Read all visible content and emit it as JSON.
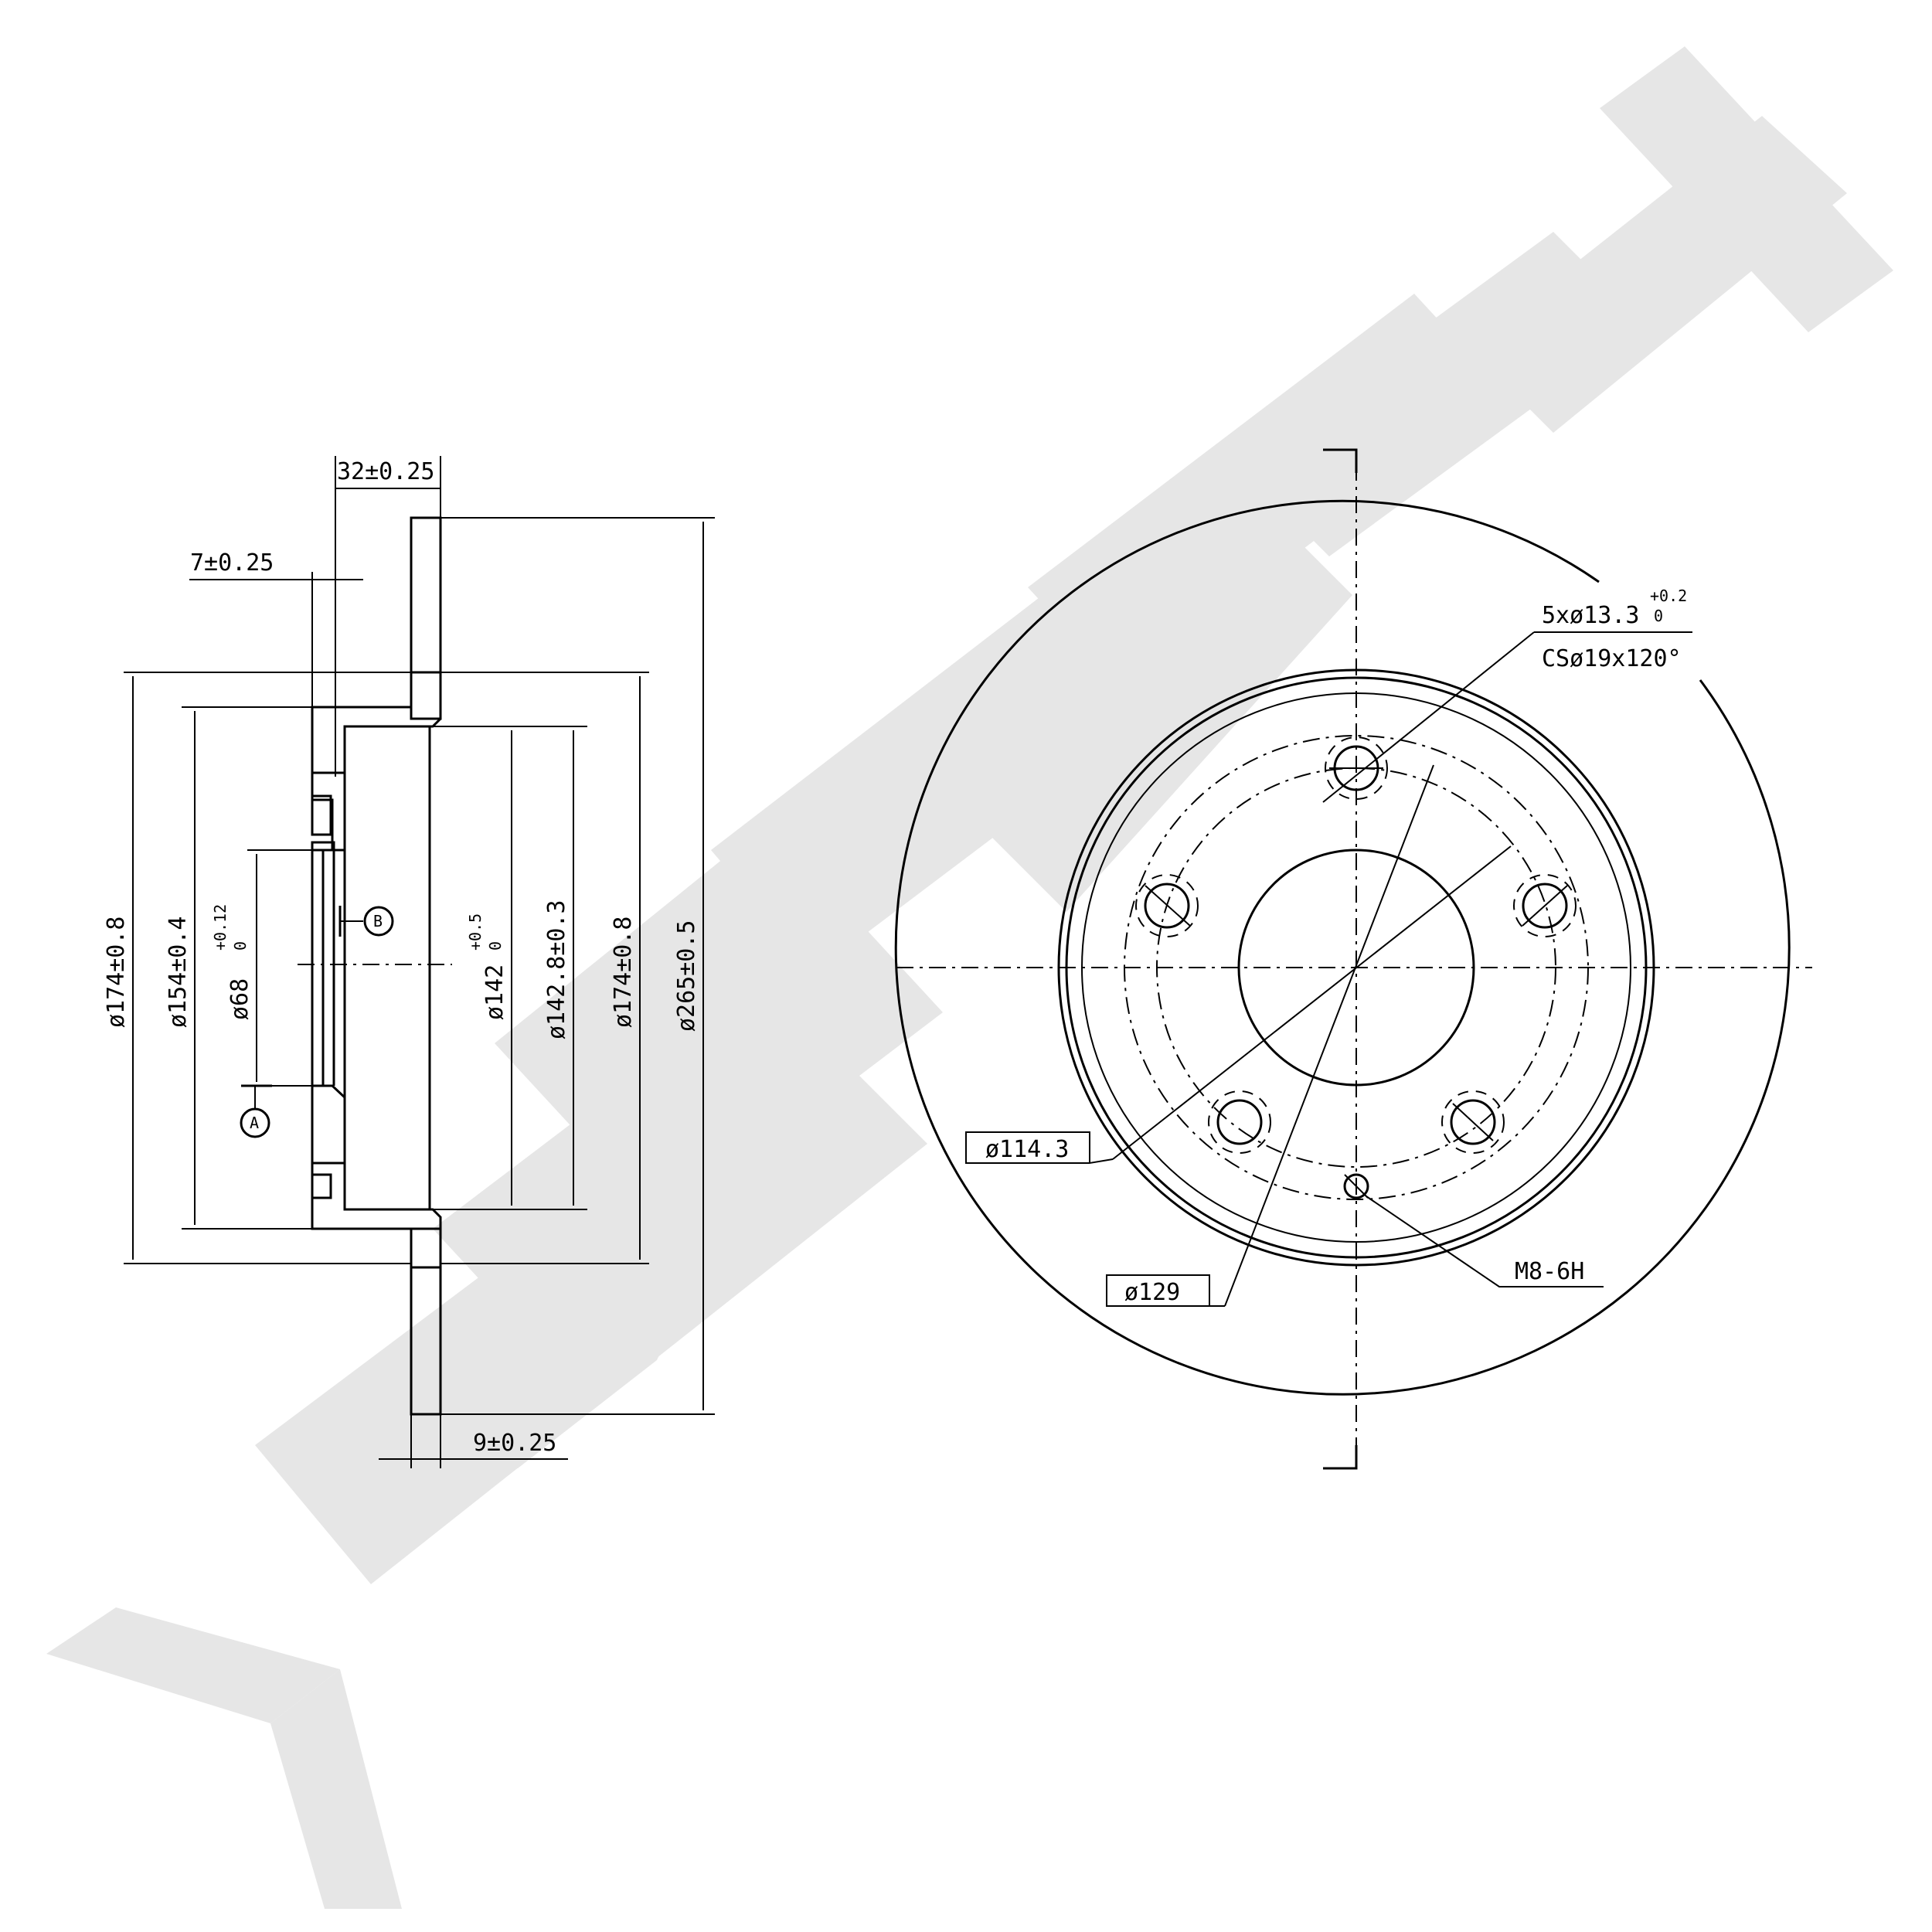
{
  "side_view": {
    "width_total": "32±0.25",
    "hat_thickness": "7±0.25",
    "disc_thickness": "9±0.25",
    "dia_outer_hub": "ø174±0.8",
    "dia_hub_inner": "ø154±0.4",
    "dia_bore": "ø68",
    "dia_bore_tol_upper": "+0.12",
    "dia_bore_tol_lower": "0",
    "dia_recess": "ø142",
    "dia_recess_tol_upper": "+0.5",
    "dia_recess_tol_lower": "0",
    "dia_friction_inner": "ø142.8±0.3",
    "dia_hat_outer": "ø174±0.8",
    "dia_disc_outer": "ø265±0.5",
    "datum_a": "A",
    "datum_b": "B"
  },
  "front_view": {
    "holes_label": "5xø13.3",
    "holes_tol_upper": "+0.2",
    "holes_tol_lower": "0",
    "countersink_label": "CSø19x120°",
    "pcd_label": "ø114.3",
    "hat_dia_label": "ø129",
    "thread_label": "M8-6H"
  }
}
